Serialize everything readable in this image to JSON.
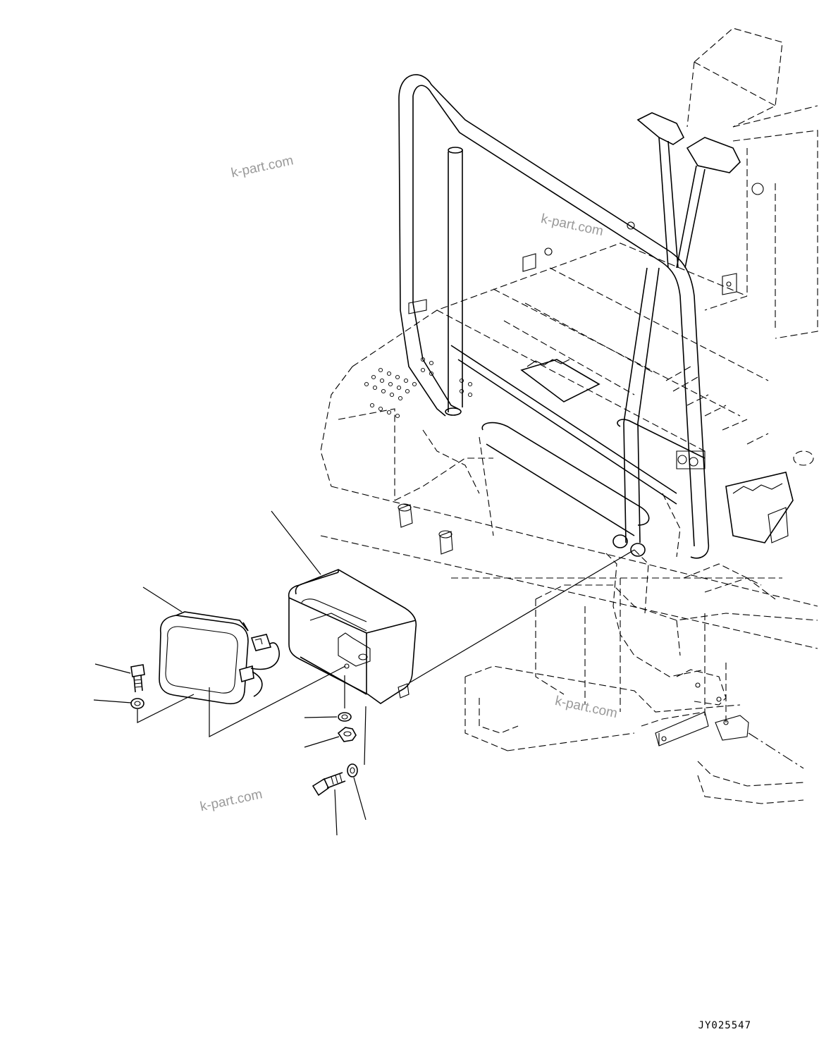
{
  "drawing": {
    "code": "JY025547",
    "watermarks": [
      "k-part.com",
      "k-part.com",
      "k-part.com",
      "k-part.com"
    ]
  }
}
